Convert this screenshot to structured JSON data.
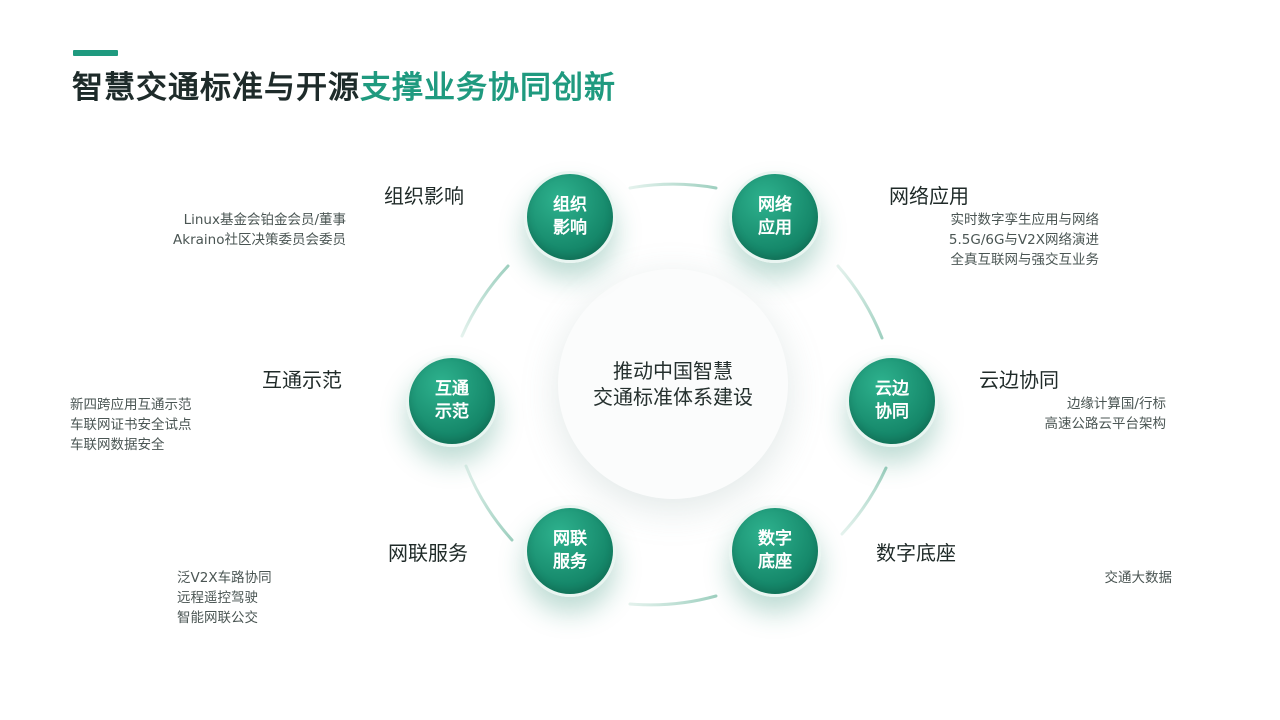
{
  "title": {
    "part1": "智慧交通标准与开源",
    "part2": "支撑业务协同创新"
  },
  "center": {
    "line1": "推动中国智慧",
    "line2": "交通标准体系建设"
  },
  "colors": {
    "accent": "#1f9a7f",
    "node": "#16896b",
    "arc": "#8fc9b7"
  },
  "nodes": {
    "org": {
      "line1": "组织",
      "line2": "影响",
      "heading": "组织影响",
      "details": [
        "Linux基金会铂金会员/董事",
        "Akraino社区决策委员会委员"
      ]
    },
    "network": {
      "line1": "网络",
      "line2": "应用",
      "heading": "网络应用",
      "details": [
        "实时数字孪生应用与网络",
        "5.5G/6G与V2X网络演进",
        "全真互联网与强交互业务"
      ]
    },
    "cloud": {
      "line1": "云边",
      "line2": "协同",
      "heading": "云边协同",
      "details": [
        "边缘计算国/行标",
        "高速公路云平台架构"
      ]
    },
    "digital": {
      "line1": "数字",
      "line2": "底座",
      "heading": "数字底座",
      "details": [
        "交通大数据"
      ]
    },
    "service": {
      "line1": "网联",
      "line2": "服务",
      "heading": "网联服务",
      "details": [
        "泛V2X车路协同",
        "远程遥控驾驶",
        "智能网联公交"
      ]
    },
    "demo": {
      "line1": "互通",
      "line2": "示范",
      "heading": "互通示范",
      "details": [
        "新四跨应用互通示范",
        "车联网证书安全试点",
        "车联网数据安全"
      ]
    }
  }
}
